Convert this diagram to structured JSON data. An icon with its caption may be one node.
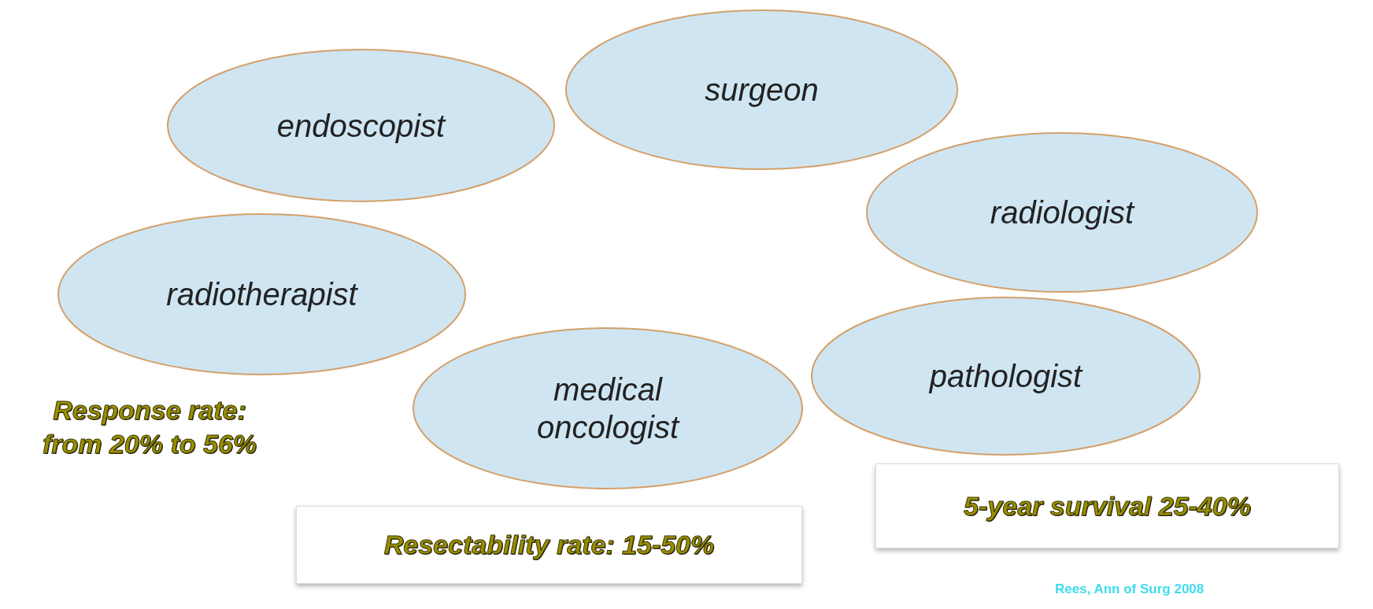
{
  "diagram": {
    "nodes": [
      {
        "text": [
          "endoscopist"
        ]
      },
      {
        "text": [
          "surgeon"
        ]
      },
      {
        "text": [
          "radiologist"
        ]
      },
      {
        "text": [
          "radiotherapist"
        ]
      },
      {
        "text": [
          "medical oncologist"
        ]
      },
      {
        "text": [
          "pathologist"
        ]
      },
      {
        "text": [
          "Resectability rate: 15-50%"
        ]
      },
      {
        "text": [
          "5-year survival 25-40%"
        ]
      }
    ],
    "labels": [
      "Response rate: from 20% to 56%",
      "Rees, Ann of Surg 2008"
    ]
  }
}
